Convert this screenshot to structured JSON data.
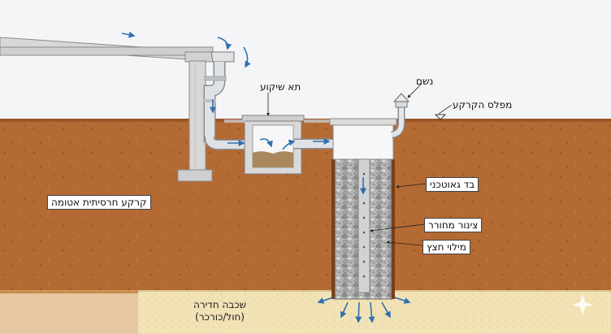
{
  "labels": {
    "vent": "נשם",
    "ground_level": "מפלס הקרקע",
    "settling_box": "תא שיקוע",
    "geotextile": "בד גאוטכני",
    "perforated_pipe": "צינור מחורר",
    "gravel_fill": "מילוי חצץ",
    "clay_soil": "קרקע חרסיתית אטומה",
    "permeable_layer": "שכבה חדירה",
    "permeable_layer_note": "(חול/כורכר)"
  },
  "colors": {
    "sky": "#f4f5f7",
    "soil": "#b46a33",
    "sand": "#f1e3b6",
    "concrete": "#dcdcdc",
    "pipe": "#d9dcdf",
    "gravel": "#a9a9a9",
    "water": "#2f6fb0",
    "sediment": "#a9885e"
  },
  "icons": {
    "flow_arrows": "arrow-icon",
    "ground_marker": "triangle-marker-icon",
    "vent_cap": "vent-cap-icon"
  }
}
